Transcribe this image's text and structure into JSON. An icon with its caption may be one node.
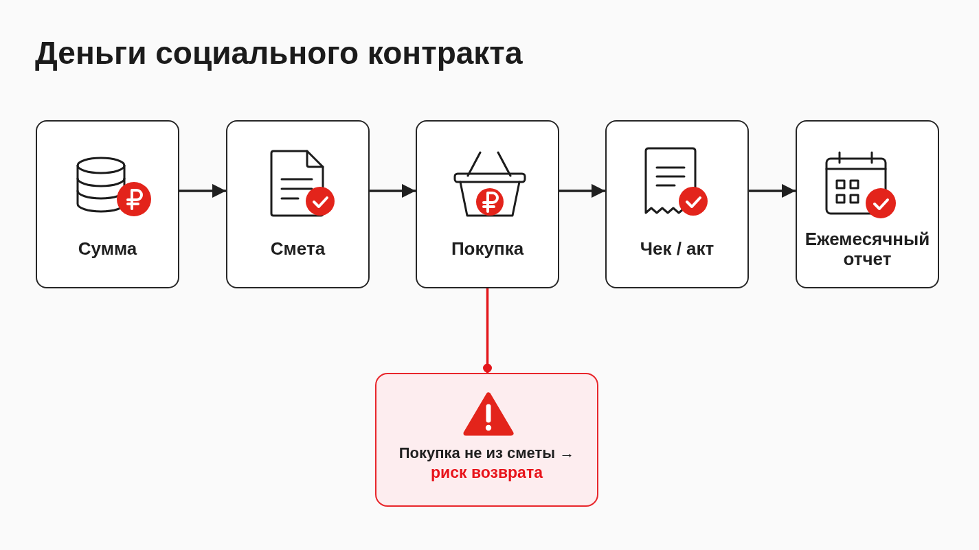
{
  "diagram": {
    "title": "Деньги социального контракта",
    "nodes": [
      {
        "text": [
          "Сумма"
        ]
      },
      {
        "text": [
          "Смета"
        ]
      },
      {
        "text": [
          "Покупка"
        ]
      },
      {
        "text": [
          "Чек / акт"
        ]
      },
      {
        "text": [
          "Ежемесячный отчет"
        ]
      },
      {
        "text": [
          "Покупка не из сметы →",
          "риск возврата"
        ]
      }
    ],
    "edges": [
      {
        "from": 0,
        "to": 1,
        "arrow": "to"
      },
      {
        "from": 1,
        "to": 2,
        "arrow": "to"
      },
      {
        "from": 2,
        "to": 3,
        "arrow": "to"
      },
      {
        "from": 3,
        "to": 4,
        "arrow": "to"
      },
      {
        "from": 2,
        "to": 5,
        "arrow": "other",
        "color": "#e3161b"
      }
    ]
  }
}
